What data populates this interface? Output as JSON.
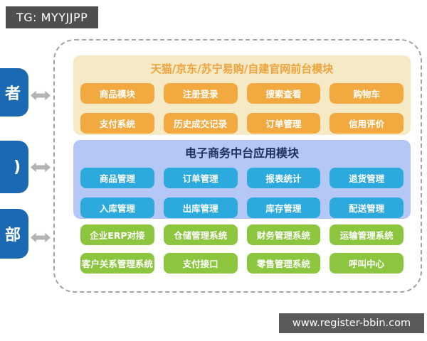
{
  "watermarks": {
    "top_left": "TG: MYYJJPP",
    "bottom_right": "www.register-bbin.com"
  },
  "left_entities": [
    {
      "label": "者"
    },
    {
      "label": ")"
    },
    {
      "label": "部"
    }
  ],
  "modules": [
    {
      "id": "frontend",
      "title": "天猫/京东/苏宁易购/自建官网前台模块",
      "items": [
        "商品模块",
        "注册登录",
        "搜索查看",
        "购物车",
        "支付系统",
        "历史成交记录",
        "订单管理",
        "信用评价"
      ]
    },
    {
      "id": "middle-platform",
      "title": "电子商务中台应用模块",
      "items": [
        "商品管理",
        "订单管理",
        "报表统计",
        "退货管理",
        "入库管理",
        "出库管理",
        "库存管理",
        "配送管理"
      ]
    },
    {
      "id": "backend-systems",
      "title": "",
      "items": [
        "企业ERP对接",
        "仓储管理系统",
        "财务管理系统",
        "运输管理系统",
        "客户关系管理系统",
        "支付接口",
        "零售管理系统",
        "呼叫中心"
      ]
    }
  ],
  "colors": {
    "banner_bg": "#4f4f4f",
    "banner_bg2": "#5a5a5a",
    "dash": "#a3a3a3",
    "frontend_panel": "#f6e9c5",
    "frontend_title": "#eda33d",
    "frontend_btn": "#f2a93f",
    "middle_panel": "#b5c8f5",
    "middle_title": "#21305c",
    "middle_btn": "#2caade",
    "backend_btn": "#8cc63e",
    "side_box": "#1b69b2",
    "arrow": "#b3b3b3"
  }
}
